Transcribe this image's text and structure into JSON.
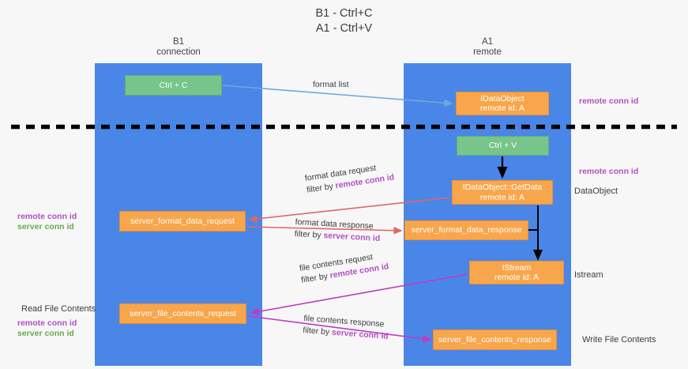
{
  "title": {
    "line1": "B1 - Ctrl+C",
    "line2": "A1 - Ctrl+V"
  },
  "lanes": [
    {
      "id": "b1",
      "name": "B1",
      "role": "connection",
      "color": "#4a86e8"
    },
    {
      "id": "a1",
      "name": "A1",
      "role": "remote",
      "color": "#4a86e8"
    }
  ],
  "colors": {
    "lane": "#4a86e8",
    "box_orange": "#f8a64c",
    "box_green": "#77c58a",
    "remote_conn_id": "#b14fc5",
    "server_conn_id": "#6aa84f",
    "arrow_blue": "#6fa8dc",
    "arrow_red": "#e06666",
    "arrow_magenta": "#c239c2",
    "arrow_black": "#000000",
    "text": "#3c3c3c"
  },
  "boxes": {
    "ctrl_c": {
      "line1": "Ctrl + C",
      "line2": "",
      "style": "green"
    },
    "idataobject": {
      "line1": "IDataObject",
      "line2": "remote id: A",
      "style": "orange"
    },
    "ctrl_v": {
      "line1": "Ctrl + V",
      "line2": "",
      "style": "green"
    },
    "getdata": {
      "line1": "IDataObject::GetData",
      "line2": "remote id: A",
      "style": "orange"
    },
    "server_format_data_request": {
      "line1": "server_format_data_request",
      "line2": "",
      "style": "orange"
    },
    "server_format_data_response": {
      "line1": "server_format_data_response",
      "line2": "",
      "style": "orange"
    },
    "istream": {
      "line1": "IStream",
      "line2": "remote id: A",
      "style": "orange"
    },
    "server_file_contents_request": {
      "line1": "server_file_contents_request",
      "line2": "",
      "style": "orange"
    },
    "server_file_contents_response": {
      "line1": "server_file_contents_response",
      "line2": "",
      "style": "orange"
    }
  },
  "connectors": {
    "format_list": {
      "line1": "format list",
      "line2_prefix": "",
      "line2_key": ""
    },
    "format_data_request": {
      "line1": "format data request",
      "line2_prefix": "filter by ",
      "line2_key": "remote conn id"
    },
    "format_data_response": {
      "line1": "format data response",
      "line2_prefix": "filter by ",
      "line2_key": "server conn id"
    },
    "file_contents_request": {
      "line1": "file contents request",
      "line2_prefix": "filter by ",
      "line2_key": "remote conn id"
    },
    "file_contents_response": {
      "line1": "file contents response",
      "line2_prefix": "filter by ",
      "line2_key": "server conn id"
    }
  },
  "side_labels": {
    "remote_conn_id_top": "remote conn id",
    "remote_conn_id_mid": "remote conn id",
    "dataobject": "DataObject",
    "istream": "Istream",
    "write_file_contents": "Write File Contents",
    "read_file_contents": "Read File Contents",
    "left_remote_conn_id_1": "remote conn id",
    "left_server_conn_id_1": "server conn id",
    "left_remote_conn_id_2": "remote conn id",
    "left_server_conn_id_2": "server conn id"
  }
}
